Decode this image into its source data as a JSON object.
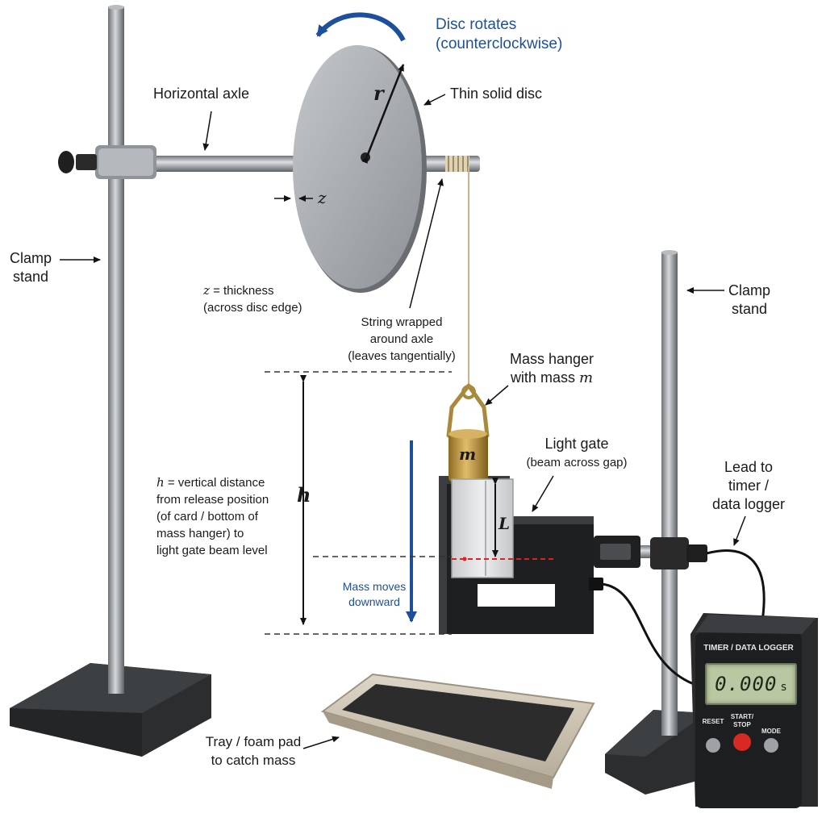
{
  "labels": {
    "disc_rotates": [
      "Disc rotates",
      "(counterclockwise)"
    ],
    "horizontal_axle": "Horizontal axle",
    "thin_solid_disc": "Thin solid disc",
    "radius_symbol": "r",
    "thickness_symbol": "z",
    "clamp_stand_left": [
      "Clamp",
      "stand"
    ],
    "clamp_stand_right": [
      "Clamp",
      "stand"
    ],
    "thickness_note": {
      "symbol": "z",
      "text": " = thickness",
      "line2": "(across disc edge)"
    },
    "string_note": [
      "String wrapped",
      "around axle",
      "(leaves tangentially)"
    ],
    "mass_hanger": {
      "line1": "Mass hanger",
      "line2_prefix": "with mass ",
      "symbol": "m"
    },
    "mass_symbol": "m",
    "light_gate": {
      "line1": "Light gate",
      "line2": "(beam across gap)"
    },
    "lead": [
      "Lead to",
      "timer /",
      "data logger"
    ],
    "height_symbol": "h",
    "card_length_symbol": "L",
    "height_note": {
      "symbol": "h",
      "text": " = vertical distance",
      "lines": [
        "from release position",
        "(of card / bottom of",
        "mass hanger) to",
        "light gate beam level"
      ]
    },
    "mass_moves": [
      "Mass moves",
      "downward"
    ],
    "tray": [
      "Tray / foam pad",
      "to catch mass"
    ]
  },
  "timer": {
    "title": "TIMER / DATA LOGGER",
    "reading": "0.000",
    "unit": "s",
    "buttons": {
      "reset": "RESET",
      "start_stop": [
        "START/",
        "STOP"
      ],
      "mode": "MODE"
    }
  },
  "colors": {
    "annotation_blue": "#1d4f9c",
    "beam_red": "#e02020",
    "brass": "#b8913a",
    "steel": "#9ea3a7"
  }
}
